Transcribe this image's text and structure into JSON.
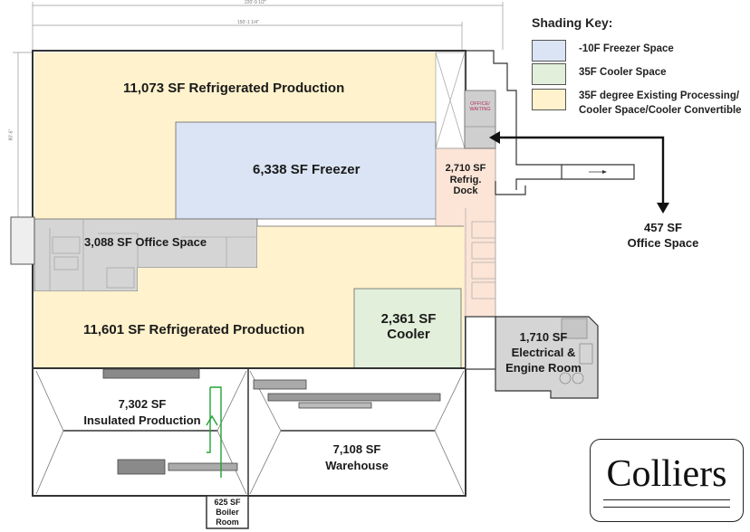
{
  "dims": {
    "top": "220'-9 1/2\"",
    "inner": "150'-1 1/4\"",
    "side": "80'-6\""
  },
  "labels": {
    "refrig_prod_top": "11,073 SF Refrigerated Production",
    "freezer": "6,338 SF Freezer",
    "dock_area": "2,710 SF",
    "dock_name": "Refrig.",
    "dock_name2": "Dock",
    "office": "3,088 SF Office Space",
    "refrig_prod_bottom": "11,601 SF Refrigerated Production",
    "cooler_area": "2,361 SF",
    "cooler_name": "Cooler",
    "elec_area": "1,710 SF",
    "elec_name": "Electrical &",
    "elec_name2": "Engine Room",
    "insulated_area": "7,302 SF",
    "insulated_name": "Insulated Production",
    "warehouse_area": "7,108 SF",
    "warehouse_name": "Warehouse",
    "boiler_area": "625 SF",
    "boiler_name": "Boiler",
    "boiler_name2": "Room",
    "office_457_area": "457 SF",
    "office_457_name": "Office Space",
    "office_tag": "OFFICE/",
    "office_tag2": "WAITING"
  },
  "key": {
    "title": "Shading Key:",
    "items": [
      {
        "color": "#dae4f4",
        "text": "-10F Freezer Space"
      },
      {
        "color": "#e2efda",
        "text": "35F Cooler Space"
      },
      {
        "color": "#fff2cc",
        "text": "35F degree Existing Processing/",
        "text2": "Cooler Space/Cooler Convertible"
      }
    ]
  },
  "logo": {
    "text": "Colliers"
  },
  "colors": {
    "freezer": "#dae4f4",
    "cooler": "#e2efda",
    "production": "#fff2cc",
    "office": "#d5d5d5",
    "dock": "#fce4d6",
    "wall": "#333333",
    "accent_green": "#21a336"
  }
}
